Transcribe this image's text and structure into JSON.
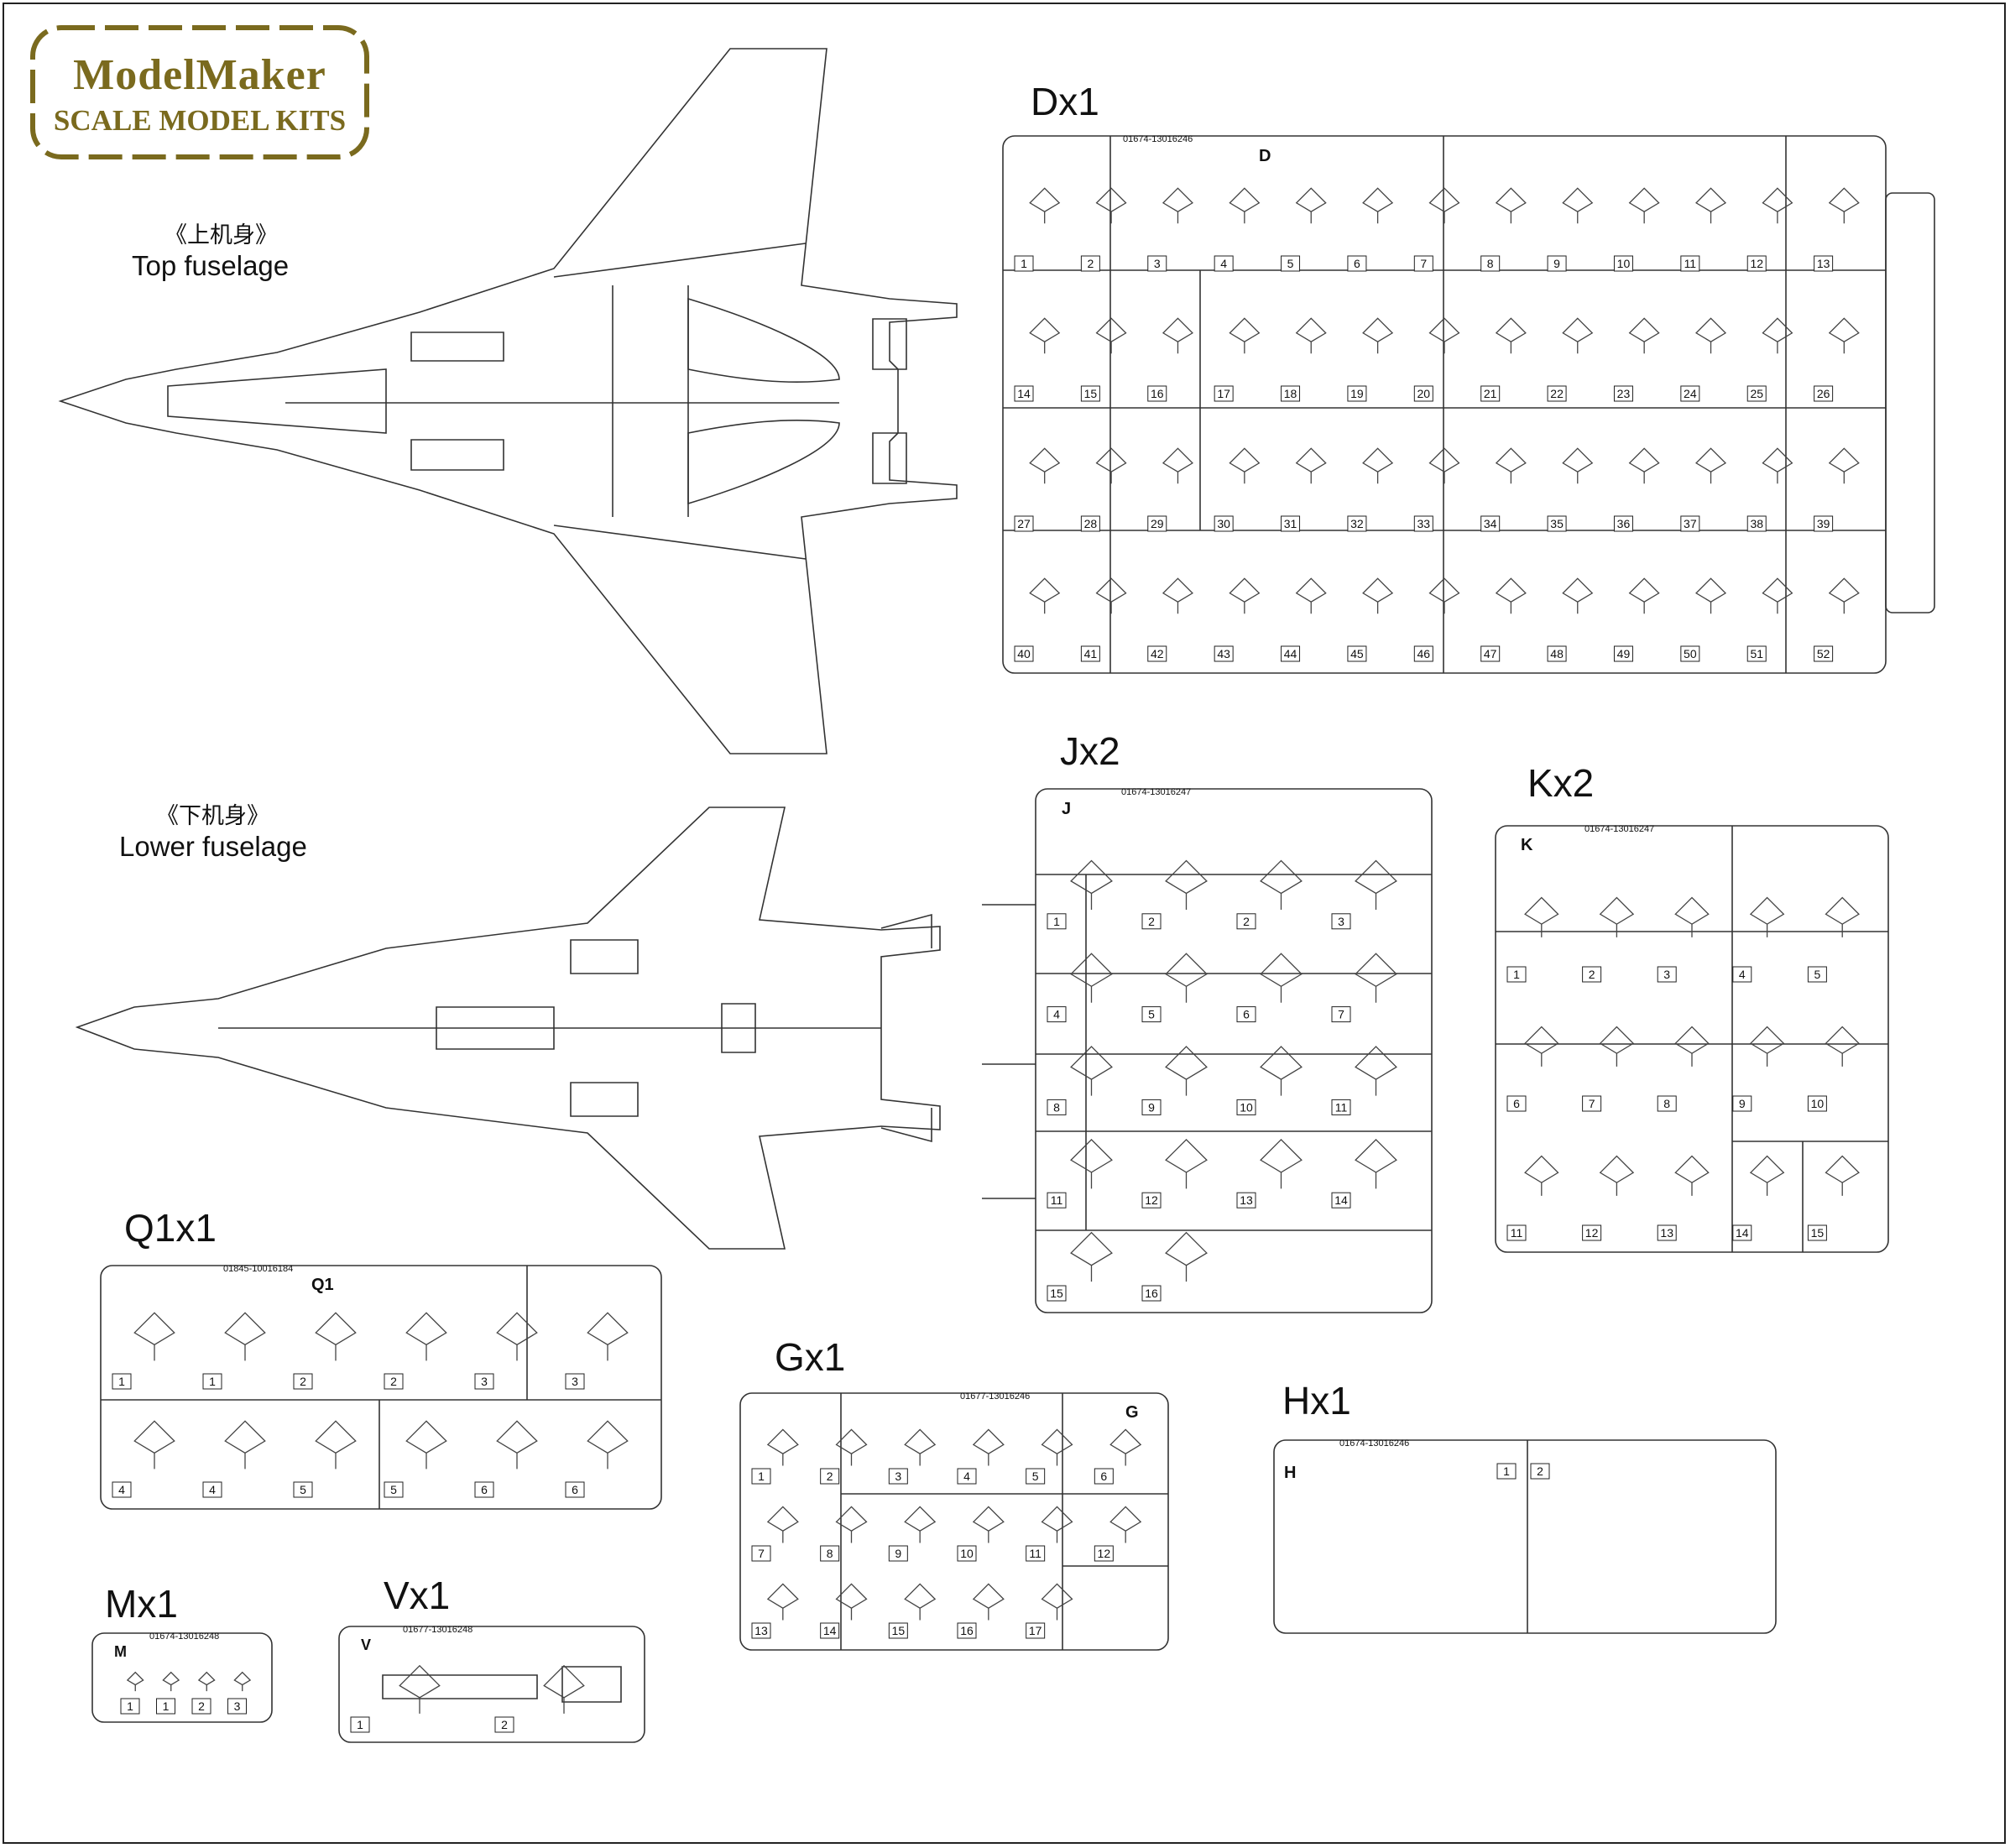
{
  "logo": {
    "line1": "ModelMaker",
    "line2": "SCALE MODEL KITS",
    "color": "#7a6a1e"
  },
  "captions": {
    "top_cn": "《上机身》",
    "top_en": "Top  fuselage",
    "lower_cn": "《下机身》",
    "lower_en": "Lower fuselage"
  },
  "sprues": {
    "D": {
      "title": "Dx1",
      "letter": "D",
      "code": "01674-13016246",
      "parts": [
        "1",
        "2",
        "3",
        "4",
        "5",
        "6",
        "7",
        "8",
        "9",
        "10",
        "11",
        "12",
        "13",
        "14",
        "15",
        "16",
        "17",
        "18",
        "19",
        "20",
        "21",
        "22",
        "23",
        "24",
        "25",
        "26",
        "27",
        "28",
        "29",
        "30",
        "31",
        "32",
        "33",
        "34",
        "35",
        "36",
        "37",
        "38",
        "39",
        "40",
        "41",
        "42",
        "43",
        "44",
        "45",
        "46",
        "47",
        "48",
        "49",
        "50",
        "51",
        "52"
      ]
    },
    "J": {
      "title": "Jx2",
      "letter": "J",
      "code": "01674-13016247",
      "parts": [
        "1",
        "2",
        "2",
        "3",
        "4",
        "5",
        "6",
        "7",
        "8",
        "9",
        "10",
        "11",
        "11",
        "12",
        "13",
        "14",
        "15",
        "16"
      ]
    },
    "K": {
      "title": "Kx2",
      "letter": "K",
      "code": "01674-13016247",
      "parts": [
        "1",
        "2",
        "3",
        "4",
        "5",
        "6",
        "7",
        "8",
        "9",
        "10",
        "11",
        "12",
        "13",
        "14",
        "15"
      ]
    },
    "Q": {
      "title": "Q1x1",
      "letter": "Q1",
      "code": "01845-10016184",
      "parts": [
        "1",
        "1",
        "2",
        "2",
        "3",
        "3",
        "4",
        "4",
        "5",
        "5",
        "6",
        "6"
      ]
    },
    "G": {
      "title": "Gx1",
      "letter": "G",
      "code": "01677-13016246",
      "parts": [
        "1",
        "2",
        "3",
        "4",
        "5",
        "6",
        "7",
        "8",
        "9",
        "10",
        "11",
        "12",
        "13",
        "14",
        "15",
        "16",
        "17"
      ]
    },
    "H": {
      "title": "Hx1",
      "letter": "H",
      "code": "01674-13016246",
      "parts": [
        "1",
        "2"
      ]
    },
    "M": {
      "title": "Mx1",
      "letter": "M",
      "code": "01674-13016248",
      "parts": [
        "1",
        "1",
        "2",
        "3"
      ]
    },
    "V": {
      "title": "Vx1",
      "letter": "V",
      "code": "01677-13016248",
      "parts": [
        "1",
        "2"
      ]
    }
  }
}
